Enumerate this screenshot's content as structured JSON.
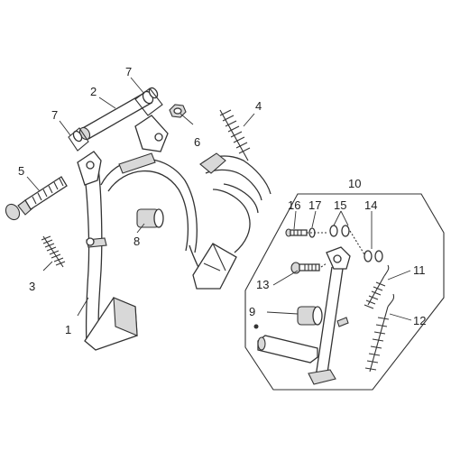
{
  "diagram": {
    "callouts": [
      {
        "id": "c1",
        "text": "1"
      },
      {
        "id": "c2",
        "text": "2"
      },
      {
        "id": "c3",
        "text": "3"
      },
      {
        "id": "c4",
        "text": "4"
      },
      {
        "id": "c5",
        "text": "5"
      },
      {
        "id": "c6",
        "text": "6"
      },
      {
        "id": "c7a",
        "text": "7"
      },
      {
        "id": "c7b",
        "text": "7"
      },
      {
        "id": "c8",
        "text": "8"
      },
      {
        "id": "c9",
        "text": "9"
      },
      {
        "id": "c10",
        "text": "10"
      },
      {
        "id": "c11",
        "text": "11"
      },
      {
        "id": "c12",
        "text": "12"
      },
      {
        "id": "c13",
        "text": "13"
      },
      {
        "id": "c14",
        "text": "14"
      },
      {
        "id": "c15",
        "text": "15"
      },
      {
        "id": "c16",
        "text": "16"
      },
      {
        "id": "c17",
        "text": "17"
      }
    ],
    "colors": {
      "line": "#333333",
      "shade": "#d8d8d8",
      "dark": "#8a8a8a",
      "background": "#ffffff"
    }
  }
}
